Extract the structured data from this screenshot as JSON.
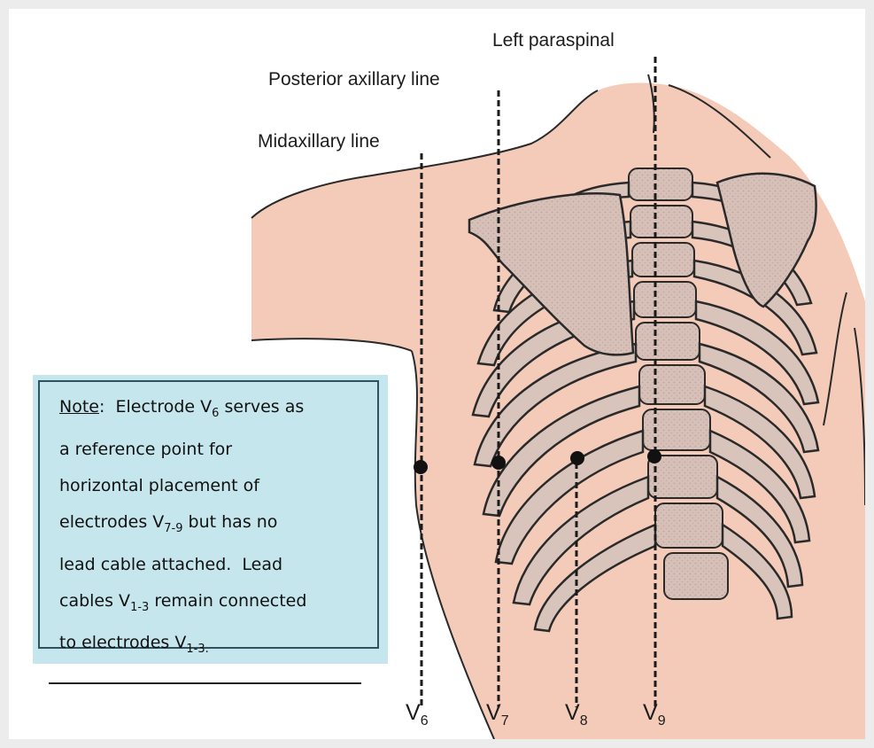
{
  "labels": {
    "left_paraspinal": "Left paraspinal",
    "posterior_axillary": "Posterior axillary line",
    "midaxillary": "Midaxillary line"
  },
  "leads": {
    "v6": {
      "letter": "V",
      "sub": "6"
    },
    "v7": {
      "letter": "V",
      "sub": "7"
    },
    "v8": {
      "letter": "V",
      "sub": "8"
    },
    "v9": {
      "letter": "V",
      "sub": "9"
    }
  },
  "note": {
    "line1_label": "Note",
    "line1_colon": ":  ",
    "line1_a": "Electrode V",
    "line1_sub": "6",
    "line1_b": " serves as",
    "line2": "a reference point for",
    "line3": "horizontal placement of",
    "line4_a": "electrodes V",
    "line4_sub": "7-9",
    "line4_b": " but has no",
    "line5": "lead cable attached.  Lead",
    "line6_a": "cables V",
    "line6_sub": "1-3",
    "line6_b": " remain connected",
    "line7_a": "to electrodes V",
    "line7_sub": "1-3."
  },
  "colors": {
    "skin": "#f4cbb8",
    "bone": "#d9c4bb",
    "outline": "#2a2a2a",
    "note_bg": "#c6e6ee",
    "note_border": "#2f5160"
  }
}
